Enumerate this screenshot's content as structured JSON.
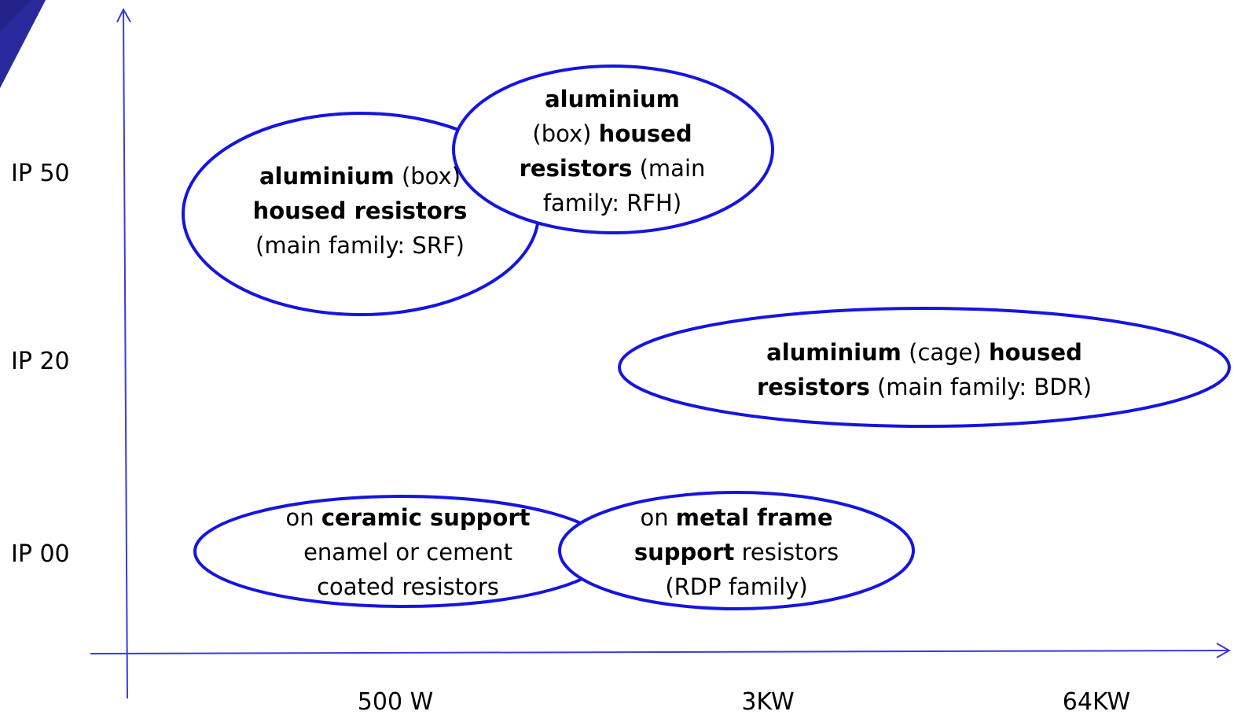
{
  "colors": {
    "axis": "#3b3bd9",
    "ellipse_stroke": "#1515e0",
    "corner_decoration": "#23238a"
  },
  "y_axis": {
    "ticks": [
      "IP 50",
      "IP 20",
      "IP 00"
    ]
  },
  "x_axis": {
    "ticks": [
      "500 W",
      "3KW",
      "64KW"
    ]
  },
  "bubbles": [
    {
      "id": "srf",
      "lines": [
        [
          {
            "t": "aluminium",
            "b": true
          },
          {
            "t": " (box)",
            "b": false
          }
        ],
        [
          {
            "t": "housed resistors",
            "b": true
          }
        ],
        [
          {
            "t": "(main family: SRF)",
            "b": false
          }
        ]
      ]
    },
    {
      "id": "rfh",
      "lines": [
        [
          {
            "t": "aluminium",
            "b": true
          }
        ],
        [
          {
            "t": "(box) ",
            "b": false
          },
          {
            "t": "housed",
            "b": true
          }
        ],
        [
          {
            "t": "resistors",
            "b": true
          },
          {
            "t": " (main",
            "b": false
          }
        ],
        [
          {
            "t": "family: RFH)",
            "b": false
          }
        ]
      ]
    },
    {
      "id": "bdr",
      "lines": [
        [
          {
            "t": "aluminium",
            "b": true
          },
          {
            "t": " (cage) ",
            "b": false
          },
          {
            "t": "housed",
            "b": true
          }
        ],
        [
          {
            "t": "resistors",
            "b": true
          },
          {
            "t": " (main family: BDR)",
            "b": false
          }
        ]
      ]
    },
    {
      "id": "ceramic",
      "lines": [
        [
          {
            "t": "on ",
            "b": false
          },
          {
            "t": "ceramic  support",
            "b": true
          }
        ],
        [
          {
            "t": "enamel or cement",
            "b": false
          }
        ],
        [
          {
            "t": "coated resistors",
            "b": false
          }
        ]
      ]
    },
    {
      "id": "rdp",
      "lines": [
        [
          {
            "t": "on ",
            "b": false
          },
          {
            "t": "metal frame",
            "b": true
          }
        ],
        [
          {
            "t": "support",
            "b": true
          },
          {
            "t": " resistors",
            "b": false
          }
        ],
        [
          {
            "t": "(RDP family)",
            "b": false
          }
        ]
      ]
    }
  ]
}
